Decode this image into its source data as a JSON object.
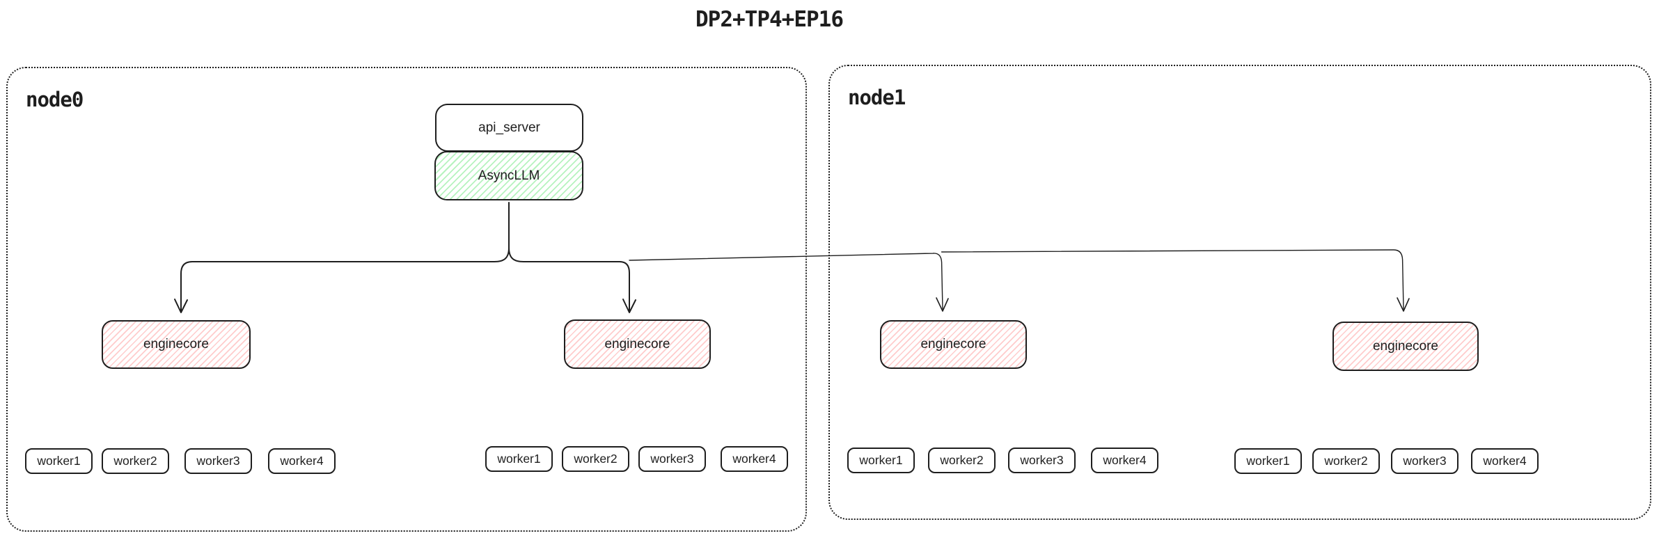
{
  "title": "DP2+TP4+EP16",
  "colors": {
    "stroke": "#1e1e1e",
    "asyncllm_fill": "#b2f2bb",
    "enginecore_fill": "#ffc9c9",
    "background": "#ffffff"
  },
  "node0": {
    "label": "node0",
    "api_server_label": "api_server",
    "asyncllm_label": "AsyncLLM",
    "enginecore_groups": [
      {
        "enginecore_label": "enginecore",
        "workers": [
          "worker1",
          "worker2",
          "worker3",
          "worker4"
        ]
      },
      {
        "enginecore_label": "enginecore",
        "workers": [
          "worker1",
          "worker2",
          "worker3",
          "worker4"
        ]
      }
    ]
  },
  "node1": {
    "label": "node1",
    "enginecore_groups": [
      {
        "enginecore_label": "enginecore",
        "workers": [
          "worker1",
          "worker2",
          "worker3",
          "worker4"
        ]
      },
      {
        "enginecore_label": "enginecore",
        "workers": [
          "worker1",
          "worker2",
          "worker3",
          "worker4"
        ]
      }
    ]
  }
}
